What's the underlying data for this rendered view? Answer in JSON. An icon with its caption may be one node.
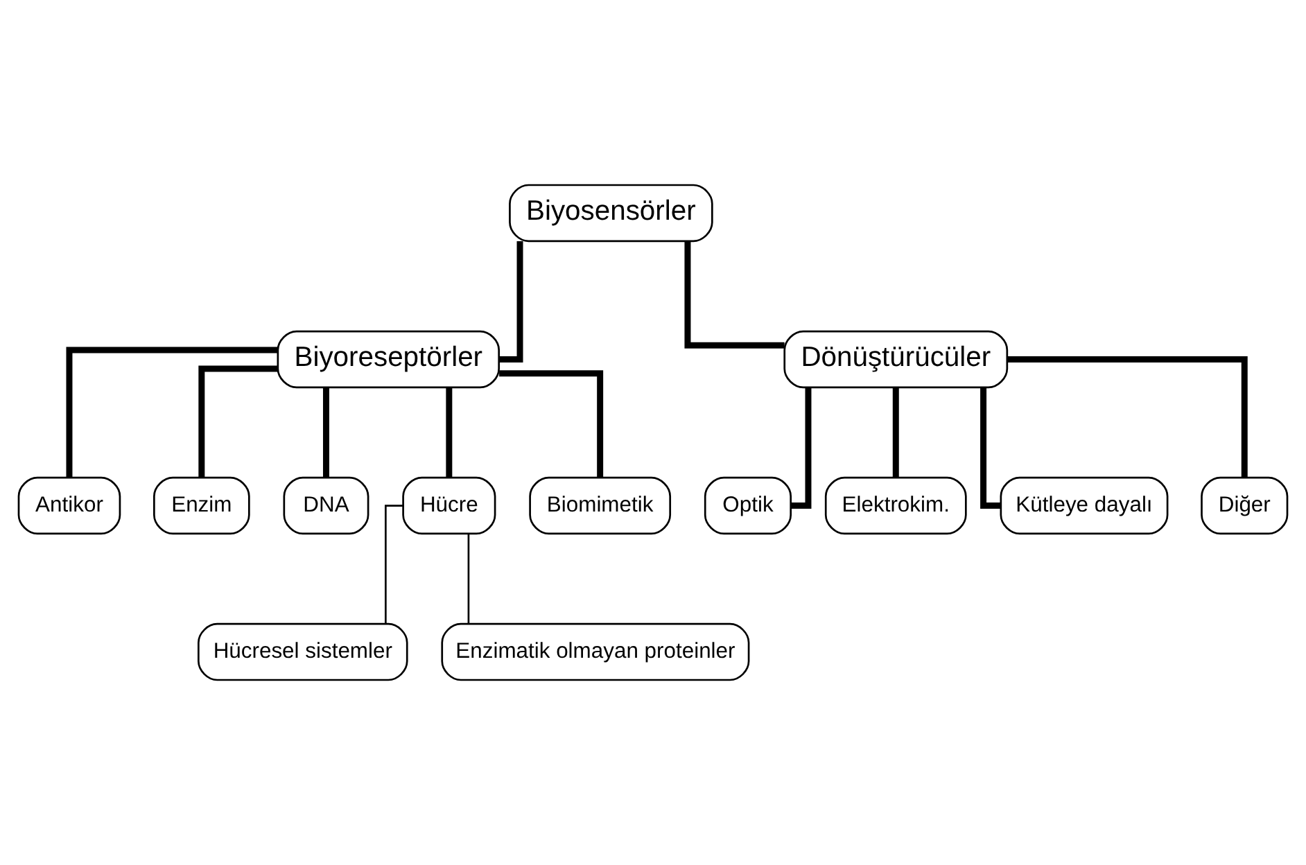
{
  "diagram": {
    "nodes": [
      {
        "text": [
          "Biyosensörler"
        ]
      },
      {
        "text": [
          "Biyoreseptörler"
        ]
      },
      {
        "text": [
          "Dönüştürücüler"
        ]
      },
      {
        "text": [
          "Antikor"
        ]
      },
      {
        "text": [
          "Enzim"
        ]
      },
      {
        "text": [
          "DNA"
        ]
      },
      {
        "text": [
          "Hücre"
        ]
      },
      {
        "text": [
          "Biomimetik"
        ]
      },
      {
        "text": [
          "Optik"
        ]
      },
      {
        "text": [
          "Elektrokim."
        ]
      },
      {
        "text": [
          "Kütleye dayalı"
        ]
      },
      {
        "text": [
          "Diğer"
        ]
      },
      {
        "text": [
          "Hücresel sistemler"
        ]
      },
      {
        "text": [
          "Enzimatik olmayan proteinler"
        ]
      }
    ],
    "edges": [
      {
        "from": 0,
        "to": 1,
        "arrow": "none"
      },
      {
        "from": 0,
        "to": 2,
        "arrow": "none"
      },
      {
        "from": 1,
        "to": 3,
        "arrow": "none"
      },
      {
        "from": 1,
        "to": 4,
        "arrow": "none"
      },
      {
        "from": 1,
        "to": 5,
        "arrow": "none"
      },
      {
        "from": 1,
        "to": 6,
        "arrow": "none"
      },
      {
        "from": 1,
        "to": 7,
        "arrow": "none"
      },
      {
        "from": 2,
        "to": 8,
        "arrow": "none"
      },
      {
        "from": 2,
        "to": 9,
        "arrow": "none"
      },
      {
        "from": 2,
        "to": 10,
        "arrow": "none"
      },
      {
        "from": 2,
        "to": 11,
        "arrow": "none"
      },
      {
        "from": 6,
        "to": 12,
        "arrow": "none"
      },
      {
        "from": 6,
        "to": 13,
        "arrow": "none"
      }
    ]
  }
}
